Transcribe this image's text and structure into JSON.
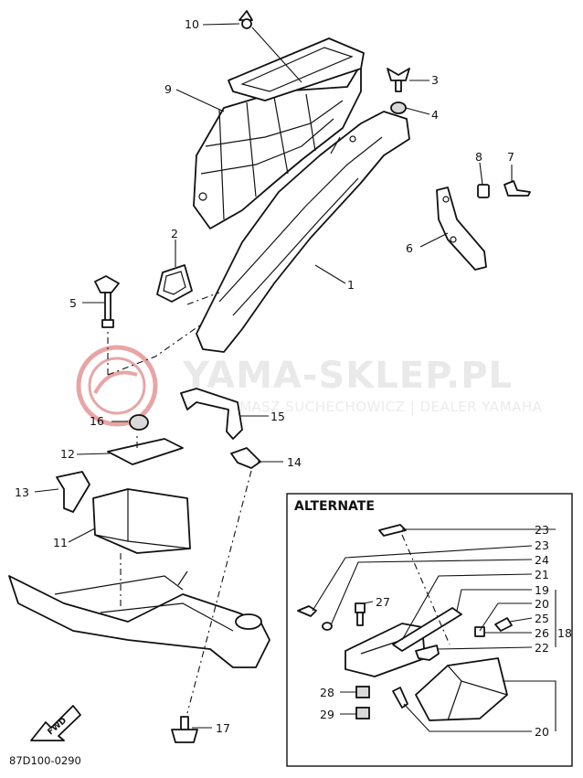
{
  "watermark": {
    "title": "YAMA-SKLEP.PL",
    "subtitle": "TOMASZ SUCHECHOWICZ | DEALER YAMAHA",
    "logo_color": "#e8a5a5"
  },
  "alternate_label": "ALTERNATE",
  "diagram_code": "87D100-0290",
  "fwd_label": "FWD",
  "callouts": {
    "c1": "1",
    "c2": "2",
    "c3": "3",
    "c4": "4",
    "c5": "5",
    "c6": "6",
    "c7": "7",
    "c8": "8",
    "c9": "9",
    "c10": "10",
    "c11": "11",
    "c12": "12",
    "c13": "13",
    "c14": "14",
    "c15": "15",
    "c16": "16",
    "c17": "17",
    "a23a": "23",
    "a23b": "23",
    "a24": "24",
    "a21": "21",
    "a19": "19",
    "a20a": "20",
    "a25": "25",
    "a26": "26",
    "a18": "18",
    "a22": "22",
    "a27": "27",
    "a28": "28",
    "a29": "29",
    "a20b": "20"
  }
}
